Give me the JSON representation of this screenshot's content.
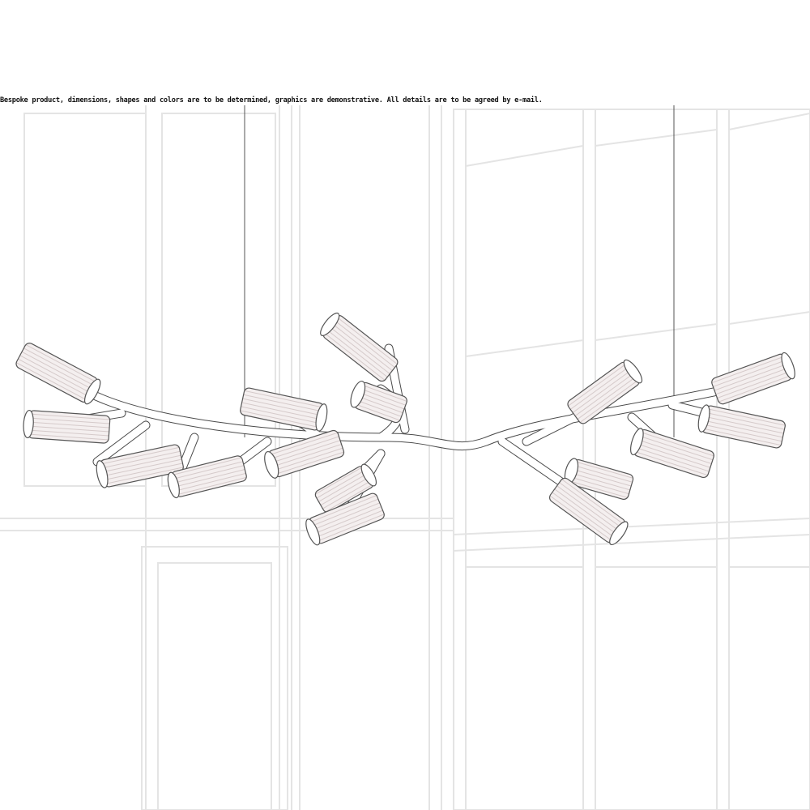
{
  "disclaimer": "Bespoke product, dimensions, shapes and colors are to be determined, graphics are demonstrative. All details are to be agreed by e-mail.",
  "colors": {
    "background": "#ffffff",
    "line": "#e6e6e6",
    "outline": "#4a4a4a",
    "branch_fill": "#ffffff",
    "glass_fill": "#f3eeee",
    "glass_rib": "#c9bcbc"
  },
  "icons": [
    "chandelier-illustration",
    "window-frame-sketch"
  ]
}
